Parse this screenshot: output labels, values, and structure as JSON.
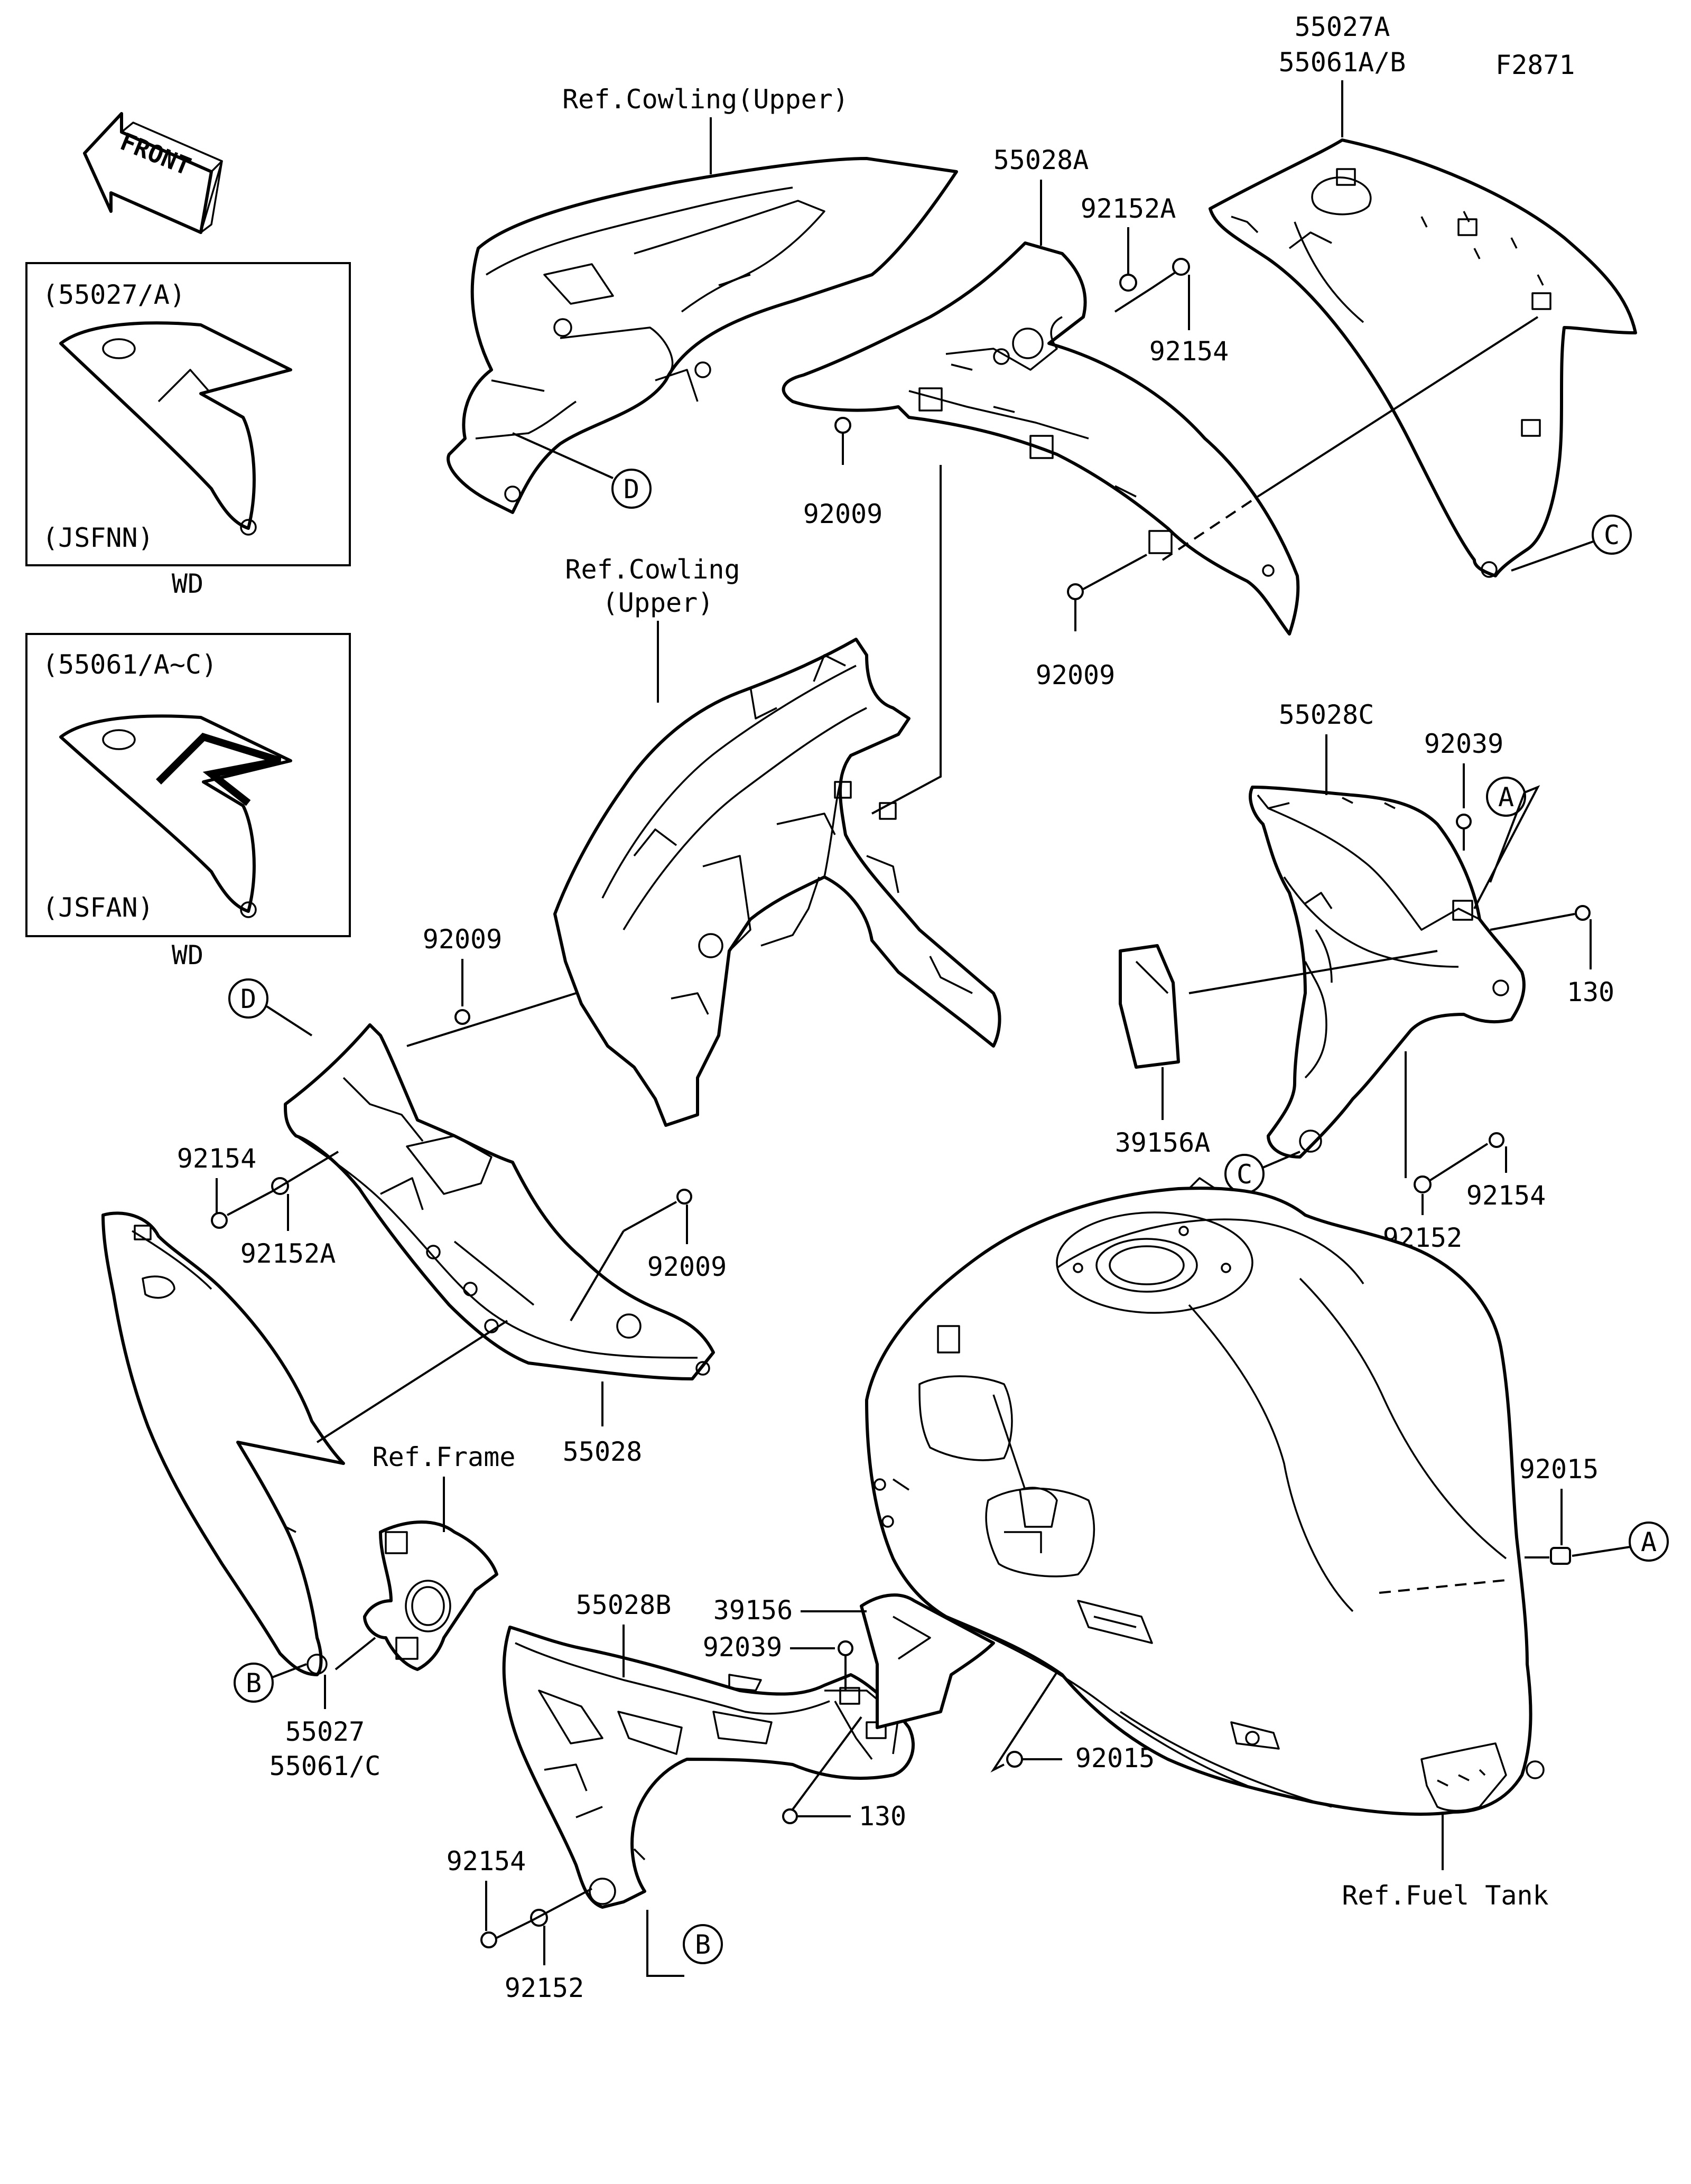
{
  "figure_code": "F2871",
  "front_label": "FRONT",
  "refs": {
    "cowling_upper_1": "Ref.Cowling(Upper)",
    "cowling_upper_2a": "Ref.Cowling",
    "cowling_upper_2b": "(Upper)",
    "frame": "Ref.Frame",
    "fuel_tank": "Ref.Fuel Tank"
  },
  "insets": [
    {
      "title": "(55027/A)",
      "code": "(JSFNN)",
      "caption": "WD"
    },
    {
      "title": "(55061/A~C)",
      "code": "(JSFAN)",
      "caption": "WD"
    }
  ],
  "markers": {
    "A": "A",
    "B": "B",
    "C": "C",
    "D": "D"
  },
  "parts": {
    "p55027A": "55027A",
    "p55061AB": "55061A/B",
    "p55028A": "55028A",
    "p92152A_top": "92152A",
    "p92154_top": "92154",
    "p92009_top": "92009",
    "p92009_mid": "92009",
    "p55028C": "55028C",
    "p92039_r": "92039",
    "p130_r": "130",
    "p39156A": "39156A",
    "p92152_r": "92152",
    "p92154_r": "92154",
    "p92009_l": "92009",
    "p92154_l": "92154",
    "p92152A_l": "92152A",
    "p92009_l2": "92009",
    "p55028": "55028",
    "p92015_r": "92015",
    "p55027": "55027",
    "p55061C": "55061/C",
    "p55028B": "55028B",
    "p39156": "39156",
    "p92039_b": "92039",
    "p92015_b": "92015",
    "p130_b": "130",
    "p92154_b": "92154",
    "p92152_b": "92152"
  }
}
